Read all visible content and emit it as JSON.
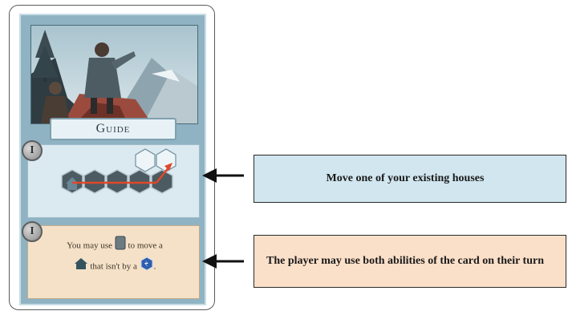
{
  "card": {
    "title": "Guide",
    "badge_top": "I",
    "badge_bottom": "I",
    "ability_text": {
      "part1": "You may use",
      "part2": "to move a",
      "part3": "that isn't by a",
      "part4": "."
    }
  },
  "callouts": [
    {
      "text": "Move one of your existing houses",
      "color": "#d1e6ef"
    },
    {
      "text": "The player may use both abilities of the card on their turn",
      "color": "#fbe0c9"
    }
  ],
  "icons": {
    "badges": "roman-numeral-badge-icon",
    "house": "house-icon",
    "terrain_card": "terrain-card-icon",
    "location": "location-hex-icon",
    "arrow": "arrow-right-icon"
  }
}
